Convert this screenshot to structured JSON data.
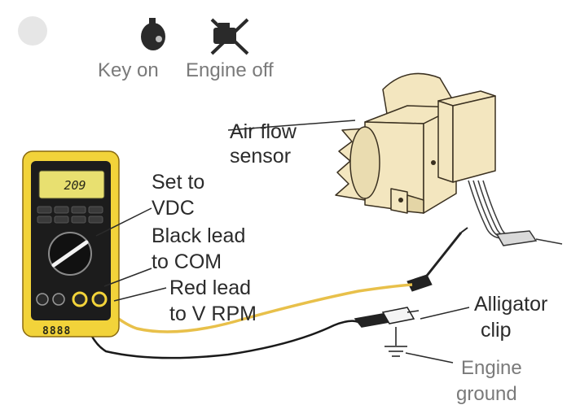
{
  "status": {
    "key_label": "Key on",
    "engine_label": "Engine off",
    "key_icon": "key-icon",
    "engine_off_icon": "engine-off-icon"
  },
  "meter": {
    "display_value": "209",
    "bottom_digits": "8888",
    "body_color": "#f2d33a",
    "face_color": "#1c1c1c",
    "screen_color": "#e8e070"
  },
  "labels": {
    "air_flow_sensor": [
      "Air flow",
      "sensor"
    ],
    "set_to": [
      "Set to",
      "VDC"
    ],
    "black_lead": [
      "Black lead",
      "to COM"
    ],
    "red_lead": [
      "Red lead",
      "to V RPM"
    ],
    "alligator_clip": [
      "Alligator",
      "clip"
    ],
    "engine_ground": [
      "Engine",
      "ground"
    ]
  },
  "colors": {
    "red_lead_wire": "#e8c04a",
    "black_lead_wire": "#1a1a1a",
    "sensor_body": "#f3e6bf",
    "sensor_outline": "#3a3020"
  }
}
